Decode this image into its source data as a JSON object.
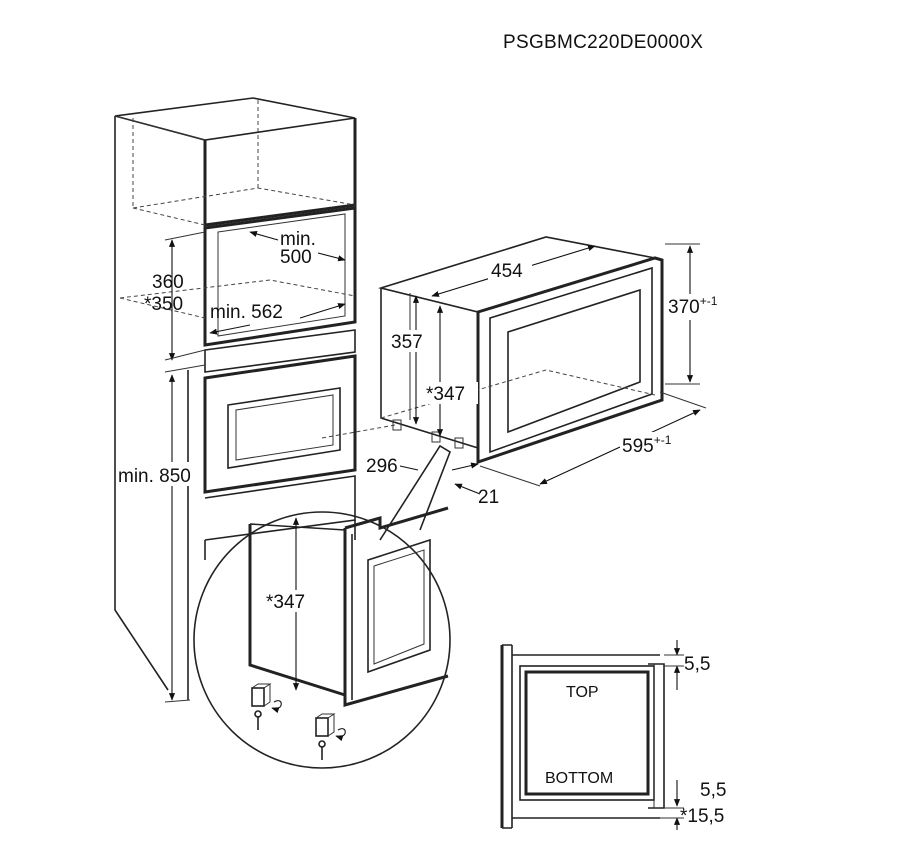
{
  "model_code": "PSGBMC220DE0000X",
  "dimensions": {
    "cabinet_height_360": "360",
    "cabinet_height_350": "*350",
    "min_500_top": "min.",
    "min_500_value": "500",
    "min_562": "min. 562",
    "min_850": "min. 850",
    "width_454": "454",
    "height_357": "357",
    "height_347": "*347",
    "height_370": "370",
    "height_370_tol": "+-1",
    "width_595": "595",
    "width_595_tol": "+-1",
    "depth_296": "296",
    "depth_21": "21",
    "detail_347": "*347",
    "gap_top": "5,5",
    "gap_bottom": "5,5",
    "gap_bottom_alt": "*15,5"
  },
  "section_labels": {
    "top": "TOP",
    "bottom": "BOTTOM"
  },
  "colors": {
    "line": "#222222",
    "background": "#ffffff"
  }
}
